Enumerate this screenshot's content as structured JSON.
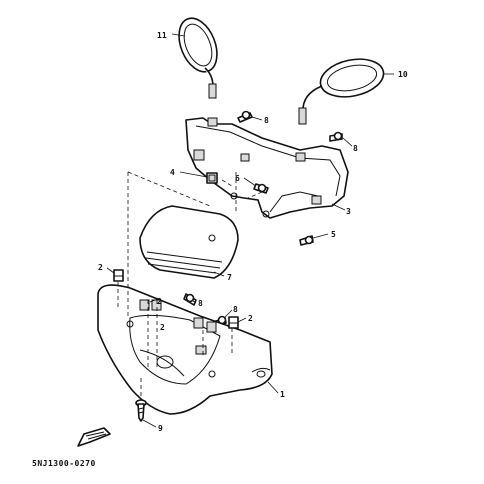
{
  "callouts": {
    "c1": "1",
    "c2a": "2",
    "c2b": "2",
    "c2c": "2",
    "c2d": "2",
    "c3": "3",
    "c4": "4",
    "c5": "5",
    "c6": "6",
    "c7": "7",
    "c8a": "8",
    "c8b": "8",
    "c8c": "8",
    "c8d": "8",
    "c9": "9",
    "c10": "10",
    "c11": "11"
  },
  "diagram_code": "5NJ1300-0270"
}
